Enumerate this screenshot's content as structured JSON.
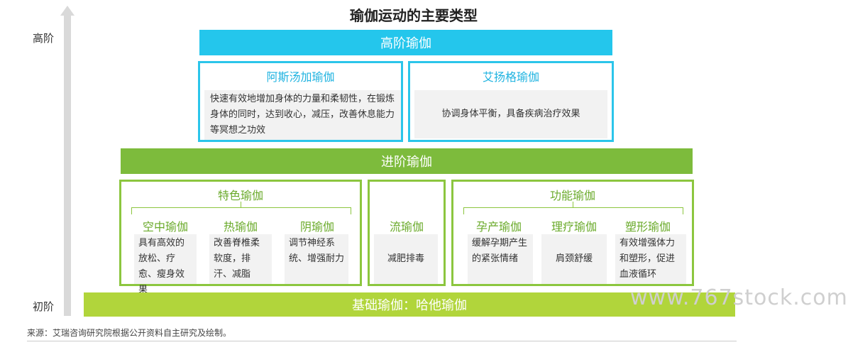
{
  "title": "瑜伽运动的主要类型",
  "axis": {
    "top_label": "高阶",
    "bottom_label": "初阶"
  },
  "high": {
    "band_label": "高阶瑜伽",
    "ashtanga": {
      "title": "阿斯汤加瑜伽",
      "desc": "快速有效地增加身体的力量和柔韧性，在锻炼身体的同时，达到收心，减压，改善休息能力等冥想之功效"
    },
    "iyengar": {
      "title": "艾扬格瑜伽",
      "desc": "协调身体平衡，具备疾病治疗效果"
    }
  },
  "mid": {
    "band_label": "进阶瑜伽",
    "featured": {
      "title": "特色瑜伽",
      "items": [
        {
          "title": "空中瑜伽",
          "desc": "具有高效的放松、疗愈、瘦身效果"
        },
        {
          "title": "热瑜伽",
          "desc": "改善脊椎柔软度，排汗、减脂"
        },
        {
          "title": "阴瑜伽",
          "desc": "调节神经系统、增强耐力"
        }
      ]
    },
    "flow": {
      "title": "流瑜伽",
      "desc": "减肥排毒"
    },
    "functional": {
      "title": "功能瑜伽",
      "items": [
        {
          "title": "孕产瑜伽",
          "desc": "缓解孕期产生的紧张情绪"
        },
        {
          "title": "理疗瑜伽",
          "desc": "肩颈舒缓"
        },
        {
          "title": "塑形瑜伽",
          "desc": "有效增强体力和塑形，促进血液循环"
        }
      ]
    }
  },
  "base": {
    "band_label": "基础瑜伽：哈他瑜伽"
  },
  "source": "来源：艾瑞咨询研究院根据公开资料自主研究及绘制。",
  "watermark": "www.767stock.com",
  "colors": {
    "blue": "#24c6ec",
    "green": "#7dbb3c",
    "light_green": "#b1d53b"
  }
}
